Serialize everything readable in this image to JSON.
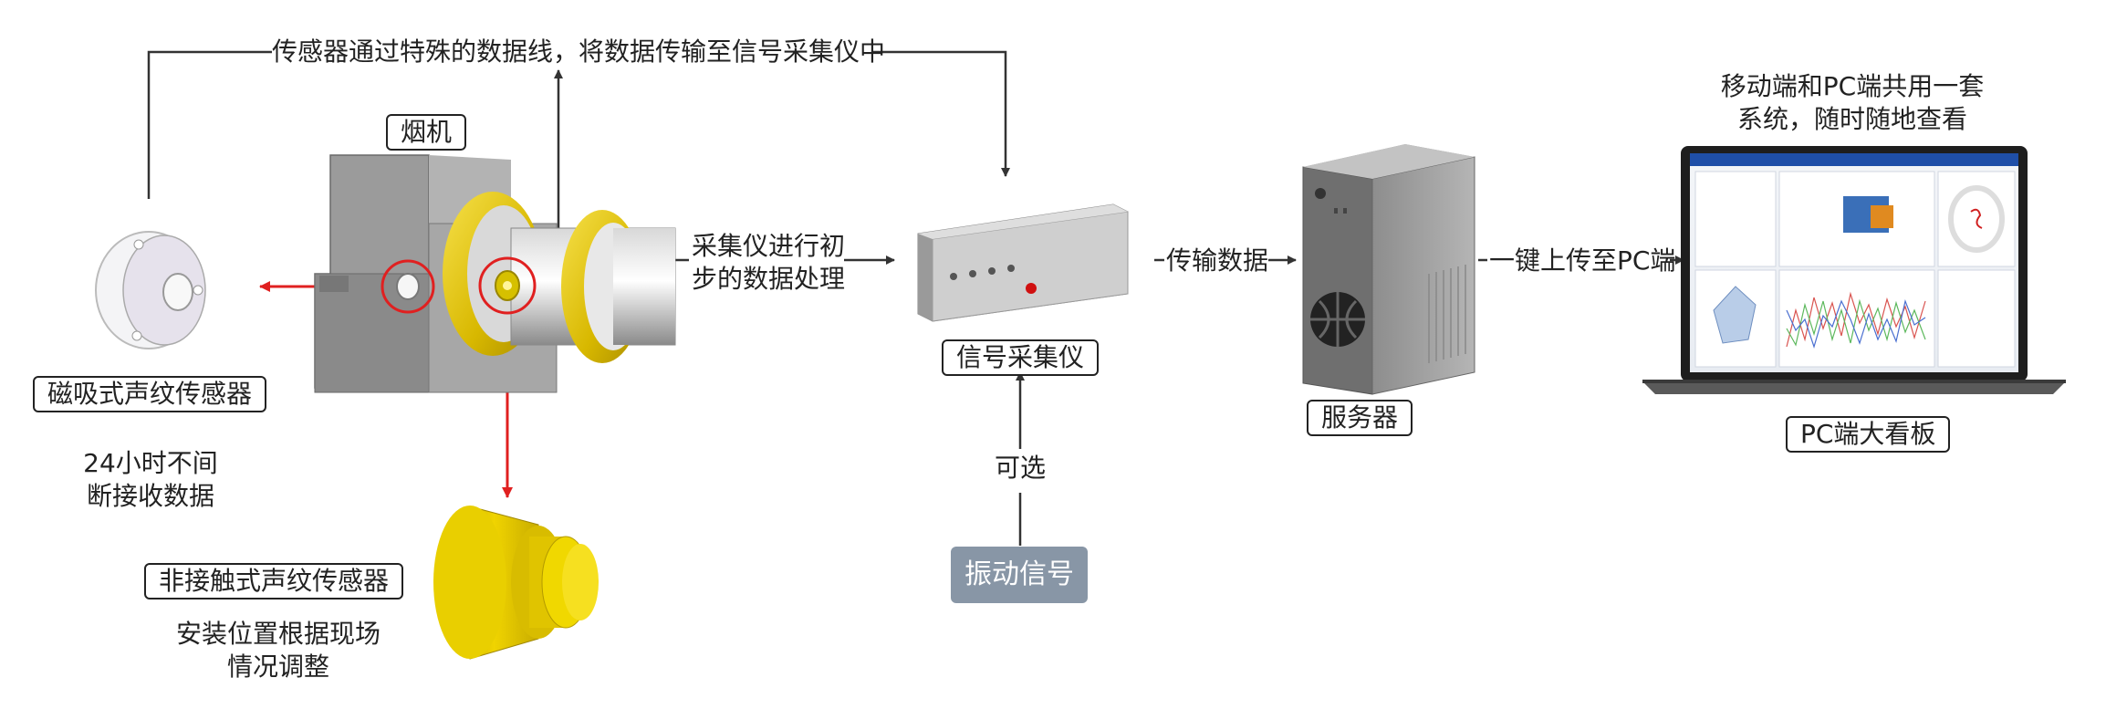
{
  "top_note": "传感器通过特殊的数据线，将数据传输至信号采集仪中",
  "fan_label": "烟机",
  "magnetic_sensor_label": "磁吸式声纹传感器",
  "magnetic_note": [
    "24小时不间",
    "断接收数据"
  ],
  "noncontact_sensor_label": "非接触式声纹传感器",
  "noncontact_note": [
    "安装位置根据现场",
    "情况调整"
  ],
  "collector_process_note": [
    "采集仪进行初",
    "步的数据处理"
  ],
  "collector_label": "信号采集仪",
  "optional_label": "可选",
  "vibration_label": "振动信号",
  "transfer_label": "传输数据",
  "server_label": "服务器",
  "upload_label": "一键上传至PC端",
  "system_note": [
    "移动端和PC端共用一套",
    "系统，随时随地查看"
  ],
  "dashboard_label": "PC端大看板",
  "colors": {
    "arrow": "#333333",
    "highlight": "#e02020",
    "yellow": "#e8c800",
    "vibration_box": "#8896a6"
  }
}
